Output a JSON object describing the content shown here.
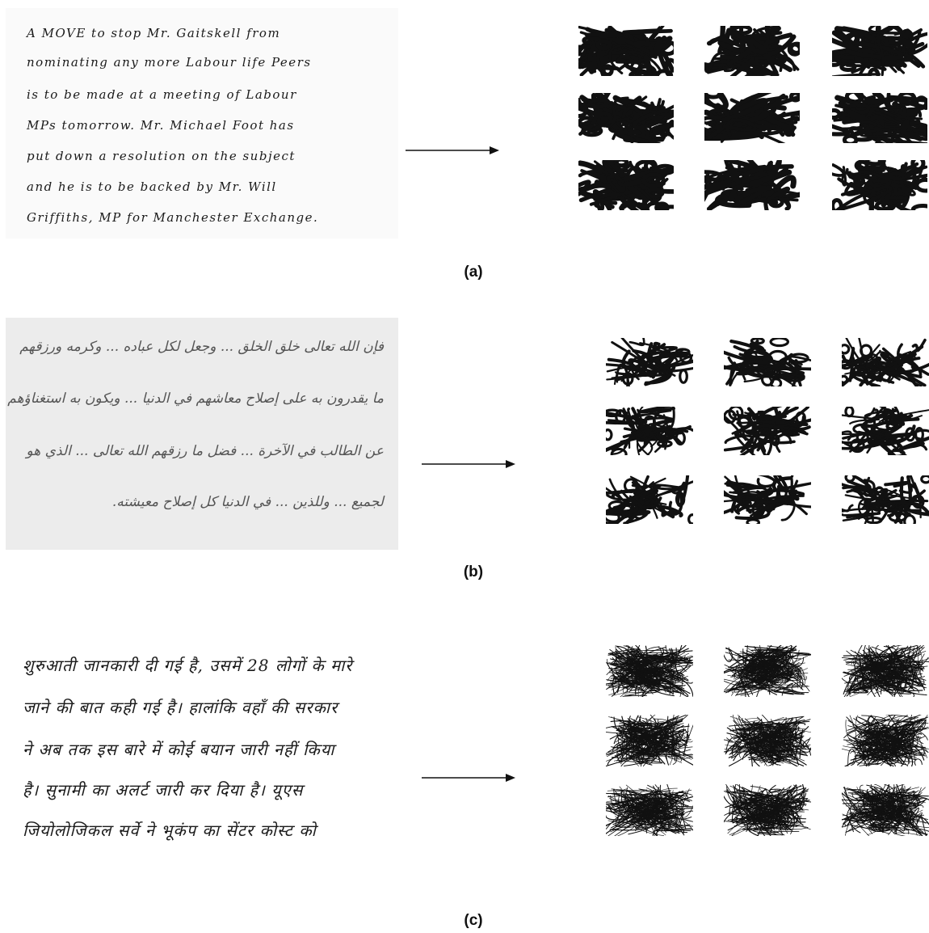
{
  "panels": [
    {
      "caption": "(a)",
      "sample_lines": [
        "A MOVE to stop Mr. Gaitskell from",
        "nominating any more Labour life Peers",
        "is to be made at a meeting of Labour",
        "MPs tomorrow. Mr. Michael Foot has",
        "put down a resolution on the subject",
        "and he is to be backed by Mr. Will",
        "Griffiths, MP for Manchester Exchange."
      ]
    },
    {
      "caption": "(b)",
      "sample_lines": [
        "فإن الله تعالى خلق الخلق ... وجعل لكل عباده ... وكرمه ورزقهم",
        "ما يقدرون به على إصلاح معاشهم في الدنيا ... ويكون به استغناؤهم",
        "عن الطالب في الآخرة ... فضل ما رزقهم الله تعالى ... الذي هو",
        "لجميع ... وللذين ... في الدنيا كل إصلاح معيشته."
      ]
    },
    {
      "caption": "(c)",
      "sample_lines": [
        "शुरुआती जानकारी दी गई है, उसमें 28 लोगों के मारे",
        "जाने की बात कही गई है। हालांकि वहाँ की सरकार",
        "ने अब तक इस बारे में कोई बयान जारी नहीं किया",
        "है। सुनामी का अलर्ट जारी कर दिया है। यूएस",
        "जियोलोजिकल सर्वे ने भूकंप का सेंटर कोस्ट को"
      ]
    }
  ]
}
